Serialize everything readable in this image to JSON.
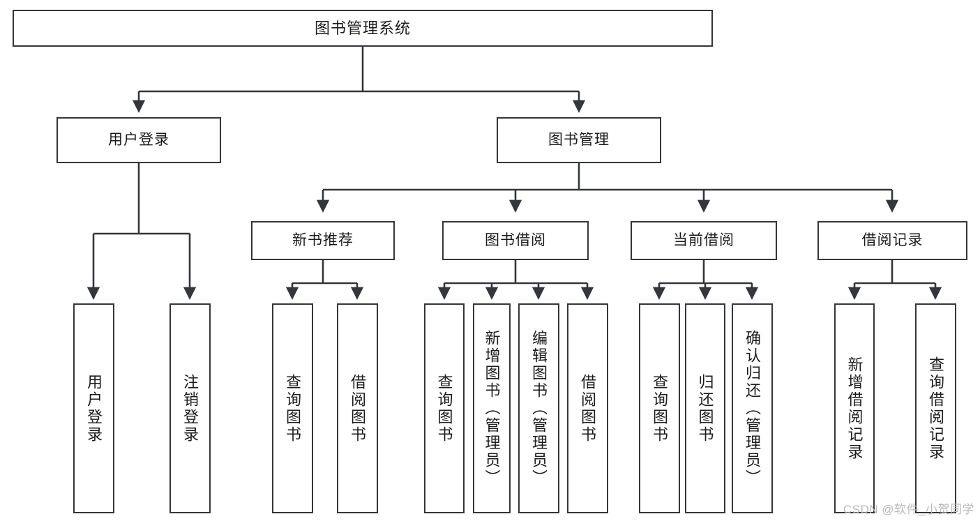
{
  "diagram": {
    "title": "图书管理系统",
    "type": "tree",
    "orientation": "top-down",
    "colors": {
      "node_border": "#33363b",
      "node_fill": "#ffffff",
      "edge": "#33363b",
      "text": "#1c1c1c",
      "watermark": "#b9b9b9",
      "background": "#ffffff"
    },
    "root": {
      "id": "root",
      "label": "图书管理系统"
    },
    "level2": [
      {
        "id": "user-login",
        "label": "用户登录"
      },
      {
        "id": "book-manage",
        "label": "图书管理"
      }
    ],
    "level3": [
      {
        "id": "new-book-recommend",
        "label": "新书推荐",
        "parent": "book-manage"
      },
      {
        "id": "book-borrow",
        "label": "图书借阅",
        "parent": "book-manage"
      },
      {
        "id": "current-borrow",
        "label": "当前借阅",
        "parent": "book-manage"
      },
      {
        "id": "borrow-record",
        "label": "借阅记录",
        "parent": "book-manage"
      }
    ],
    "leaves": {
      "user_login": [
        {
          "id": "leaf-user-login",
          "label": "用户登录"
        },
        {
          "id": "leaf-user-logout",
          "label": "注销登录"
        }
      ],
      "new_book_recommend": [
        {
          "id": "leaf-query-book-1",
          "label": "查询图书"
        },
        {
          "id": "leaf-borrow-book-1",
          "label": "借阅图书"
        }
      ],
      "book_borrow": [
        {
          "id": "leaf-query-book-2",
          "label": "查询图书"
        },
        {
          "id": "leaf-add-book",
          "label": "新增图书（管理员）"
        },
        {
          "id": "leaf-edit-book",
          "label": "编辑图书（管理员）"
        },
        {
          "id": "leaf-borrow-book-2",
          "label": "借阅图书"
        }
      ],
      "current_borrow": [
        {
          "id": "leaf-query-book-3",
          "label": "查询图书"
        },
        {
          "id": "leaf-return-book",
          "label": "归还图书"
        },
        {
          "id": "leaf-confirm-return",
          "label": "确认归还（管理员）"
        }
      ],
      "borrow_record": [
        {
          "id": "leaf-add-record",
          "label": "新增借阅记录"
        },
        {
          "id": "leaf-query-record",
          "label": "查询借阅记录"
        }
      ]
    }
  },
  "watermark": {
    "text": "CSDN @软件_小贺同学"
  }
}
